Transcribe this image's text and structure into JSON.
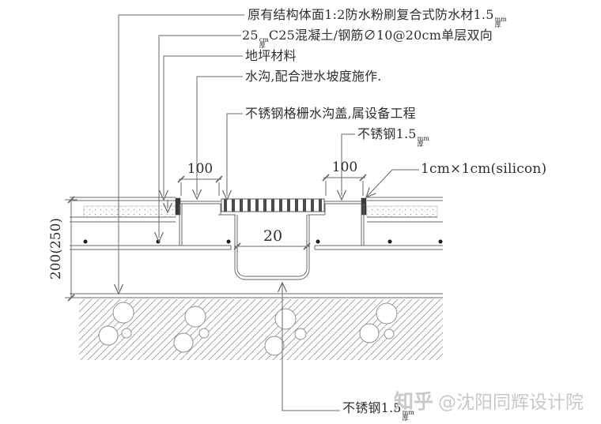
{
  "drawing": {
    "title_context": "trench drain construction detail",
    "callouts": {
      "c1": {
        "prefix": "原有结构体面1:2防水粉刷复合式防水材1.5",
        "unit_top": "mm",
        "unit_bottom": "厚"
      },
      "c2": {
        "prefix": "25",
        "unit_top": "cm",
        "unit_bottom": "厚",
        "suffix": "C25混凝土/钢筋∅10@20cm单层双向"
      },
      "c3": {
        "text": "地坪材料"
      },
      "c4": {
        "text": "水沟,配合泄水坡度施作."
      },
      "c5": {
        "text": "不锈钢格栅水沟盖,属设备工程"
      },
      "c6": {
        "prefix": "不锈钢1.5",
        "unit_top": "mm",
        "unit_bottom": "厚"
      },
      "c7": {
        "text": "1cm×1cm(silicon)"
      },
      "c8": {
        "prefix": "不锈钢1.5",
        "unit_top": "mm",
        "unit_bottom": "厚"
      }
    },
    "dimensions": {
      "ledge_left": "100",
      "ledge_right": "100",
      "trench_width": "20",
      "slab_depth": "200(250)"
    },
    "watermark": {
      "brand": "知乎",
      "author": "@沈阳同辉设计院"
    },
    "colors": {
      "line": "#6a6a6a",
      "text": "#2f2f2f",
      "watermark": "#c9c9c9",
      "dark_fill": "#3a3a3a"
    }
  }
}
